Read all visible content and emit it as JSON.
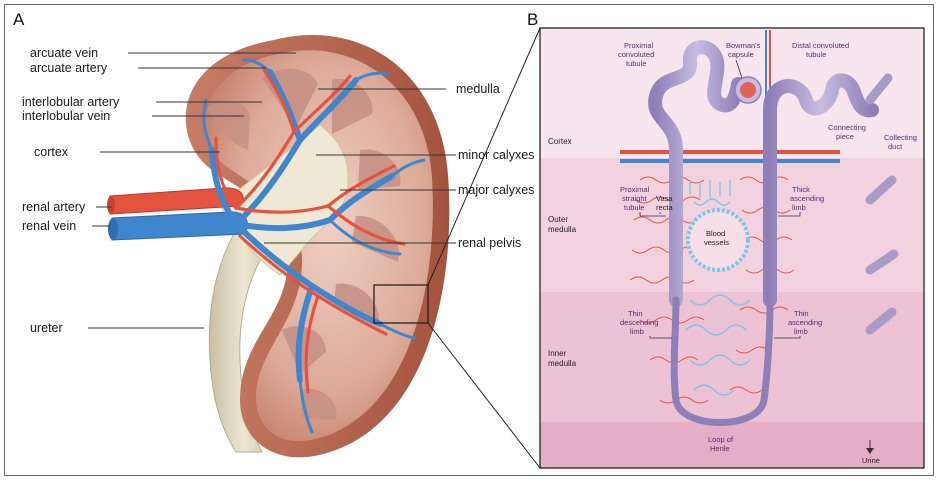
{
  "panel_a": {
    "letter": "A",
    "labels": {
      "arcuate_vein": "arcuate vein",
      "arcuate_artery": "arcuate artery",
      "interlobular_artery": "interlobular artery",
      "interlobular_vein": "interlobular vein",
      "cortex": "cortex",
      "renal_artery": "renal artery",
      "renal_vein": "renal vein",
      "ureter": "ureter",
      "medulla": "medulla",
      "minor_calyxes": "minor calyxes",
      "major_calyxes": "major calyxes",
      "renal_pelvis": "renal pelvis"
    }
  },
  "panel_b": {
    "letter": "B",
    "zones": {
      "cortex": "Cortex",
      "outer_medulla_1": "Outer",
      "outer_medulla_2": "medulla",
      "inner_medulla_1": "Inner",
      "inner_medulla_2": "medulla"
    },
    "labels": {
      "proximal_convoluted_1": "Proximal",
      "proximal_convoluted_2": "convoluted",
      "proximal_convoluted_3": "tubule",
      "bowmans_1": "Bowman's",
      "bowmans_2": "capsule",
      "distal_convoluted_1": "Distal convoluted",
      "distal_convoluted_2": "tubule",
      "connecting_1": "Connecting",
      "connecting_2": "piece",
      "collecting_1": "Collecting",
      "collecting_2": "duct",
      "proximal_straight_1": "Proximal",
      "proximal_straight_2": "straight",
      "proximal_straight_3": "tubule",
      "vasa_recta_1": "Vasa",
      "vasa_recta_2": "recta",
      "blood_vessels_1": "Blood",
      "blood_vessels_2": "vessels",
      "thick_ascending_1": "Thick",
      "thick_ascending_2": "ascending",
      "thick_ascending_3": "limb",
      "thin_descending_1": "Thin",
      "thin_descending_2": "descending",
      "thin_descending_3": "limb",
      "thin_ascending_1": "Thin",
      "thin_ascending_2": "ascending",
      "thin_ascending_3": "limb",
      "loop_henle_1": "Loop of",
      "loop_henle_2": "Henle",
      "urine": "Urine"
    }
  },
  "colors": {
    "artery": "#e4533f",
    "vein": "#3f86cf",
    "capsule": "#b96a55",
    "cortex": "#d9a899",
    "tubule": "#a99bc8",
    "ureter": "#d8d1bb",
    "panel_b_bg": "#f4d6e2",
    "capillary_blue": "#7cc6e6"
  }
}
